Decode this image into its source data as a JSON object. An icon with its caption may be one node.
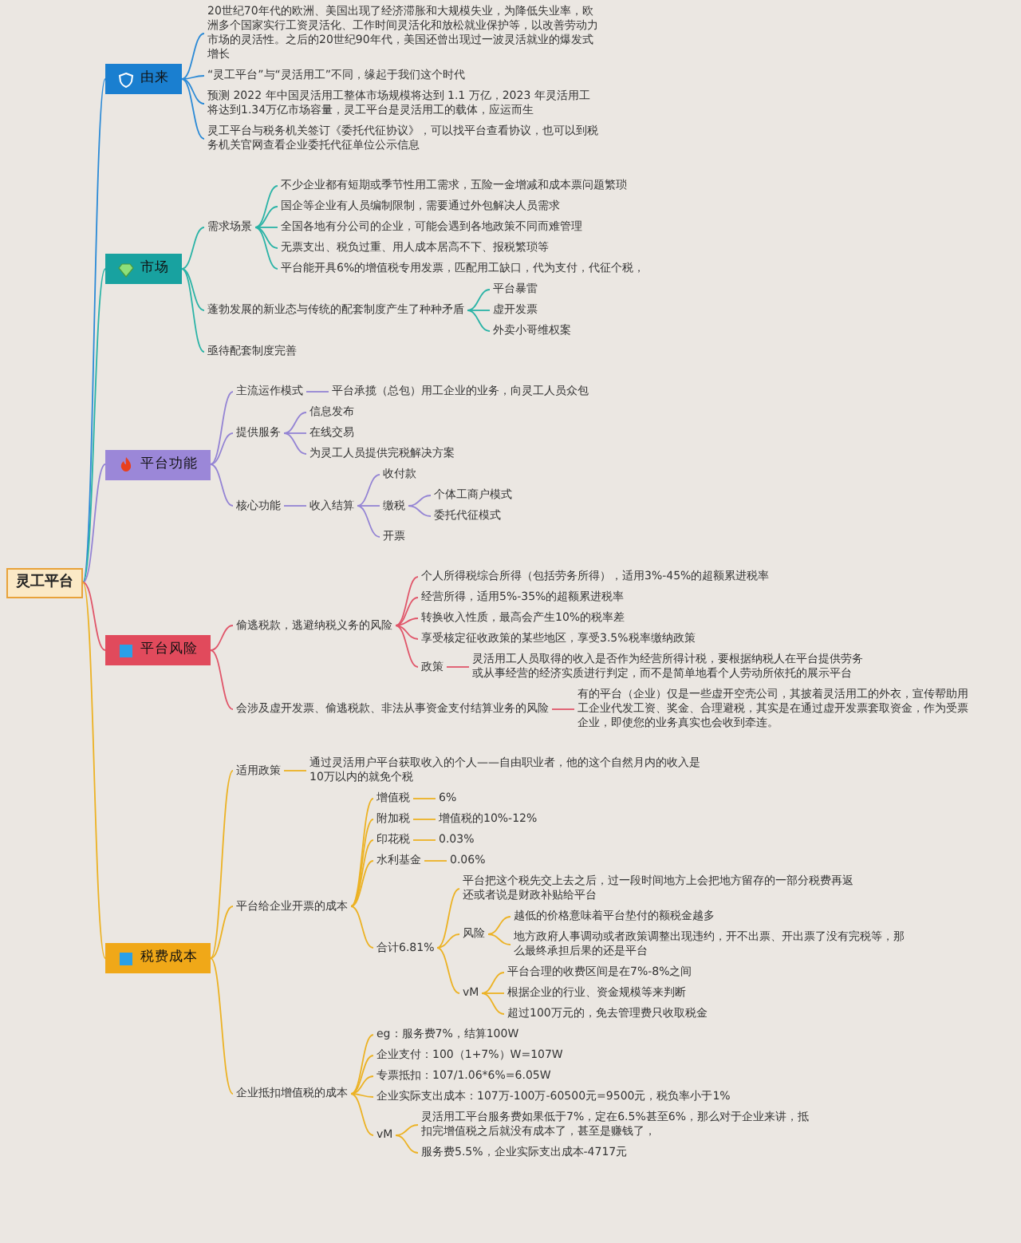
{
  "diagram": {
    "nodes": [
      {
        "text": [
          "灵工平台"
        ]
      },
      {
        "text": [
          "由来"
        ]
      },
      {
        "text": [
          "20世纪70年代的欧洲、美国出现了经济滞胀和大规模失业，为降低失业率，欧洲多个国家实行工资灵活化、工作时间灵活化和放松就业保护等，以改善劳动力市场的灵活性。之后的20世纪90年代，美国还曾出现过一波灵活就业的爆发式增长"
        ]
      },
      {
        "text": [
          "“灵工平台”与“灵活用工”不同，缘起于我们这个时代"
        ]
      },
      {
        "text": [
          "预测 2022 年中国灵活用工整体市场规模将达到 1.1 万亿，2023 年灵活用工将达到1.34万亿市场容量，灵工平台是灵活用工的载体，应运而生"
        ]
      },
      {
        "text": [
          "灵工平台与税务机关签订《委托代征协议》，可以找平台查看协议，也可以到税务机关官网查看企业委托代征单位公示信息"
        ]
      },
      {
        "text": [
          "市场"
        ]
      },
      {
        "text": [
          "需求场景"
        ]
      },
      {
        "text": [
          "不少企业都有短期或季节性用工需求，五险一金增减和成本票问题繁琐"
        ]
      },
      {
        "text": [
          "国企等企业有人员编制限制，需要通过外包解决人员需求"
        ]
      },
      {
        "text": [
          "全国各地有分公司的企业，可能会遇到各地政策不同而难管理"
        ]
      },
      {
        "text": [
          "无票支出、税负过重、用人成本居高不下、报税繁琐等"
        ]
      },
      {
        "text": [
          "平台能开具6%的增值税专用发票，匹配用工缺口，代为支付，代征个税，"
        ]
      },
      {
        "text": [
          "蓬勃发展的新业态与传统的配套制度产生了种种矛盾"
        ]
      },
      {
        "text": [
          "平台暴雷"
        ]
      },
      {
        "text": [
          "虚开发票"
        ]
      },
      {
        "text": [
          "外卖小哥维权案"
        ]
      },
      {
        "text": [
          "亟待配套制度完善"
        ]
      },
      {
        "text": [
          "平台功能"
        ]
      },
      {
        "text": [
          "主流运作模式"
        ]
      },
      {
        "text": [
          "平台承揽（总包）用工企业的业务，向灵工人员众包"
        ]
      },
      {
        "text": [
          "提供服务"
        ]
      },
      {
        "text": [
          "信息发布"
        ]
      },
      {
        "text": [
          "在线交易"
        ]
      },
      {
        "text": [
          "为灵工人员提供完税解决方案"
        ]
      },
      {
        "text": [
          "核心功能"
        ]
      },
      {
        "text": [
          "收入结算"
        ]
      },
      {
        "text": [
          "收付款"
        ]
      },
      {
        "text": [
          "缴税"
        ]
      },
      {
        "text": [
          "个体工商户模式"
        ]
      },
      {
        "text": [
          "委托代征模式"
        ]
      },
      {
        "text": [
          "开票"
        ]
      },
      {
        "text": [
          "平台风险"
        ]
      },
      {
        "text": [
          "偷逃税款，逃避纳税义务的风险"
        ]
      },
      {
        "text": [
          "个人所得税综合所得（包括劳务所得），适用3%-45%的超额累进税率"
        ]
      },
      {
        "text": [
          "经营所得，适用5%-35%的超额累进税率"
        ]
      },
      {
        "text": [
          "转换收入性质，最高会产生10%的税率差"
        ]
      },
      {
        "text": [
          "享受核定征收政策的某些地区，享受3.5%税率缴纳政策"
        ]
      },
      {
        "text": [
          "政策"
        ]
      },
      {
        "text": [
          "灵活用工人员取得的收入是否作为经营所得计税，要根据纳税人在平台提供劳务或从事经营的经济实质进行判定，而不是简单地看个人劳动所依托的展示平台"
        ]
      },
      {
        "text": [
          "会涉及虚开发票、偷逃税款、非法从事资金支付结算业务的风险"
        ]
      },
      {
        "text": [
          "有的平台（企业）仅是一些虚开空壳公司，其披着灵活用工的外衣，宣传帮助用工企业代发工资、奖金、合理避税，其实是在通过虚开发票套取资金，作为受票企业，即使您的业务真实也会收到牵连。"
        ]
      },
      {
        "text": [
          "税费成本"
        ]
      },
      {
        "text": [
          "适用政策"
        ]
      },
      {
        "text": [
          "通过灵活用户平台获取收入的个人——自由职业者，他的这个自然月内的收入是10万以内的就免个税"
        ]
      },
      {
        "text": [
          "平台给企业开票的成本"
        ]
      },
      {
        "text": [
          "增值税"
        ]
      },
      {
        "text": [
          "6%"
        ]
      },
      {
        "text": [
          "附加税"
        ]
      },
      {
        "text": [
          "增值税的10%-12%"
        ]
      },
      {
        "text": [
          "印花税"
        ]
      },
      {
        "text": [
          "0.03%"
        ]
      },
      {
        "text": [
          "水利基金"
        ]
      },
      {
        "text": [
          "0.06%"
        ]
      },
      {
        "text": [
          "合计6.81%"
        ]
      },
      {
        "text": [
          "平台把这个税先交上去之后，过一段时间地方上会把地方留存的一部分税费再返还或者说是财政补贴给平台"
        ]
      },
      {
        "text": [
          "风险"
        ]
      },
      {
        "text": [
          "越低的价格意味着平台垫付的额税金越多"
        ]
      },
      {
        "text": [
          "地方政府人事调动或者政策调整出现违约，开不出票、开出票了没有完税等，那么最终承担后果的还是平台"
        ]
      },
      {
        "text": [
          "vM"
        ]
      },
      {
        "text": [
          "平台合理的收费区间是在7%-8%之间"
        ]
      },
      {
        "text": [
          "根据企业的行业、资金规模等来判断"
        ]
      },
      {
        "text": [
          "超过100万元的，免去管理费只收取税金"
        ]
      },
      {
        "text": [
          "企业抵扣增值税的成本"
        ]
      },
      {
        "text": [
          "eg：服务费7%，结算100W"
        ]
      },
      {
        "text": [
          "企业支付：100（1+7%）W=107W"
        ]
      },
      {
        "text": [
          "专票抵扣：107/1.06*6%=6.05W"
        ]
      },
      {
        "text": [
          "企业实际支出成本：107万-100万-60500元=9500元，税负率小于1%"
        ]
      },
      {
        "text": [
          "vM"
        ]
      },
      {
        "text": [
          "灵活用工平台服务费如果低于7%，定在6.5%甚至6%，那么对于企业来讲，抵扣完增值税之后就没有成本了，甚至是赚钱了，"
        ]
      },
      {
        "text": [
          "服务费5.5%，企业实际支出成本-4717元"
        ]
      }
    ],
    "edges": [
      {
        "from": 0,
        "to": 1,
        "arrow": "none",
        "color": "#2b8ad6"
      },
      {
        "from": 1,
        "to": 2,
        "arrow": "none",
        "color": "#2b8ad6"
      },
      {
        "from": 1,
        "to": 3,
        "arrow": "none",
        "color": "#2b8ad6"
      },
      {
        "from": 1,
        "to": 4,
        "arrow": "none",
        "color": "#2b8ad6"
      },
      {
        "from": 1,
        "to": 5,
        "arrow": "none",
        "color": "#2b8ad6"
      },
      {
        "from": 0,
        "to": 6,
        "arrow": "none",
        "color": "#2ab3a6"
      },
      {
        "from": 6,
        "to": 7,
        "arrow": "none",
        "color": "#2ab3a6"
      },
      {
        "from": 7,
        "to": 8,
        "arrow": "none",
        "color": "#2ab3a6"
      },
      {
        "from": 7,
        "to": 9,
        "arrow": "none",
        "color": "#2ab3a6"
      },
      {
        "from": 7,
        "to": 10,
        "arrow": "none",
        "color": "#2ab3a6"
      },
      {
        "from": 7,
        "to": 11,
        "arrow": "none",
        "color": "#2ab3a6"
      },
      {
        "from": 7,
        "to": 12,
        "arrow": "none",
        "color": "#2ab3a6"
      },
      {
        "from": 6,
        "to": 13,
        "arrow": "none",
        "color": "#2ab3a6"
      },
      {
        "from": 13,
        "to": 14,
        "arrow": "none",
        "color": "#2ab3a6"
      },
      {
        "from": 13,
        "to": 15,
        "arrow": "none",
        "color": "#2ab3a6"
      },
      {
        "from": 13,
        "to": 16,
        "arrow": "none",
        "color": "#2ab3a6"
      },
      {
        "from": 6,
        "to": 17,
        "arrow": "none",
        "color": "#2ab3a6"
      },
      {
        "from": 0,
        "to": 18,
        "arrow": "none",
        "color": "#9484d4"
      },
      {
        "from": 18,
        "to": 19,
        "arrow": "none",
        "color": "#9484d4"
      },
      {
        "from": 19,
        "to": 20,
        "arrow": "none",
        "color": "#9484d4"
      },
      {
        "from": 18,
        "to": 21,
        "arrow": "none",
        "color": "#9484d4"
      },
      {
        "from": 21,
        "to": 22,
        "arrow": "none",
        "color": "#9484d4"
      },
      {
        "from": 21,
        "to": 23,
        "arrow": "none",
        "color": "#9484d4"
      },
      {
        "from": 21,
        "to": 24,
        "arrow": "none",
        "color": "#9484d4"
      },
      {
        "from": 18,
        "to": 25,
        "arrow": "none",
        "color": "#9484d4"
      },
      {
        "from": 25,
        "to": 26,
        "arrow": "none",
        "color": "#9484d4"
      },
      {
        "from": 26,
        "to": 27,
        "arrow": "none",
        "color": "#9484d4"
      },
      {
        "from": 26,
        "to": 28,
        "arrow": "none",
        "color": "#9484d4"
      },
      {
        "from": 28,
        "to": 29,
        "arrow": "none",
        "color": "#9484d4"
      },
      {
        "from": 28,
        "to": 30,
        "arrow": "none",
        "color": "#9484d4"
      },
      {
        "from": 26,
        "to": 31,
        "arrow": "none",
        "color": "#9484d4"
      },
      {
        "from": 0,
        "to": 32,
        "arrow": "none",
        "color": "#e0566a"
      },
      {
        "from": 32,
        "to": 33,
        "arrow": "none",
        "color": "#e0566a"
      },
      {
        "from": 33,
        "to": 34,
        "arrow": "none",
        "color": "#e0566a"
      },
      {
        "from": 33,
        "to": 35,
        "arrow": "none",
        "color": "#e0566a"
      },
      {
        "from": 33,
        "to": 36,
        "arrow": "none",
        "color": "#e0566a"
      },
      {
        "from": 33,
        "to": 37,
        "arrow": "none",
        "color": "#e0566a"
      },
      {
        "from": 33,
        "to": 38,
        "arrow": "none",
        "color": "#e0566a"
      },
      {
        "from": 38,
        "to": 39,
        "arrow": "none",
        "color": "#e0566a"
      },
      {
        "from": 32,
        "to": 40,
        "arrow": "none",
        "color": "#e0566a"
      },
      {
        "from": 40,
        "to": 41,
        "arrow": "none",
        "color": "#e0566a"
      },
      {
        "from": 0,
        "to": 42,
        "arrow": "none",
        "color": "#ecb224"
      },
      {
        "from": 42,
        "to": 43,
        "arrow": "none",
        "color": "#ecb224"
      },
      {
        "from": 43,
        "to": 44,
        "arrow": "none",
        "color": "#ecb224"
      },
      {
        "from": 42,
        "to": 45,
        "arrow": "none",
        "color": "#ecb224"
      },
      {
        "from": 45,
        "to": 46,
        "arrow": "none",
        "color": "#ecb224"
      },
      {
        "from": 46,
        "to": 47,
        "arrow": "none",
        "color": "#ecb224"
      },
      {
        "from": 45,
        "to": 48,
        "arrow": "none",
        "color": "#ecb224"
      },
      {
        "from": 48,
        "to": 49,
        "arrow": "none",
        "color": "#ecb224"
      },
      {
        "from": 45,
        "to": 50,
        "arrow": "none",
        "color": "#ecb224"
      },
      {
        "from": 50,
        "to": 51,
        "arrow": "none",
        "color": "#ecb224"
      },
      {
        "from": 45,
        "to": 52,
        "arrow": "none",
        "color": "#ecb224"
      },
      {
        "from": 52,
        "to": 53,
        "arrow": "none",
        "color": "#ecb224"
      },
      {
        "from": 45,
        "to": 54,
        "arrow": "none",
        "color": "#ecb224"
      },
      {
        "from": 54,
        "to": 55,
        "arrow": "none",
        "color": "#ecb224"
      },
      {
        "from": 54,
        "to": 56,
        "arrow": "none",
        "color": "#ecb224"
      },
      {
        "from": 56,
        "to": 57,
        "arrow": "none",
        "color": "#ecb224"
      },
      {
        "from": 56,
        "to": 58,
        "arrow": "none",
        "color": "#ecb224"
      },
      {
        "from": 54,
        "to": 59,
        "arrow": "none",
        "color": "#ecb224"
      },
      {
        "from": 59,
        "to": 60,
        "arrow": "none",
        "color": "#ecb224"
      },
      {
        "from": 59,
        "to": 61,
        "arrow": "none",
        "color": "#ecb224"
      },
      {
        "from": 59,
        "to": 62,
        "arrow": "none",
        "color": "#ecb224"
      },
      {
        "from": 42,
        "to": 63,
        "arrow": "none",
        "color": "#ecb224"
      },
      {
        "from": 63,
        "to": 64,
        "arrow": "none",
        "color": "#ecb224"
      },
      {
        "from": 63,
        "to": 65,
        "arrow": "none",
        "color": "#ecb224"
      },
      {
        "from": 63,
        "to": 66,
        "arrow": "none",
        "color": "#ecb224"
      },
      {
        "from": 63,
        "to": 67,
        "arrow": "none",
        "color": "#ecb224"
      },
      {
        "from": 63,
        "to": 68,
        "arrow": "none",
        "color": "#ecb224"
      },
      {
        "from": 68,
        "to": 69,
        "arrow": "none",
        "color": "#ecb224"
      },
      {
        "from": 68,
        "to": 70,
        "arrow": "none",
        "color": "#ecb224"
      }
    ]
  }
}
